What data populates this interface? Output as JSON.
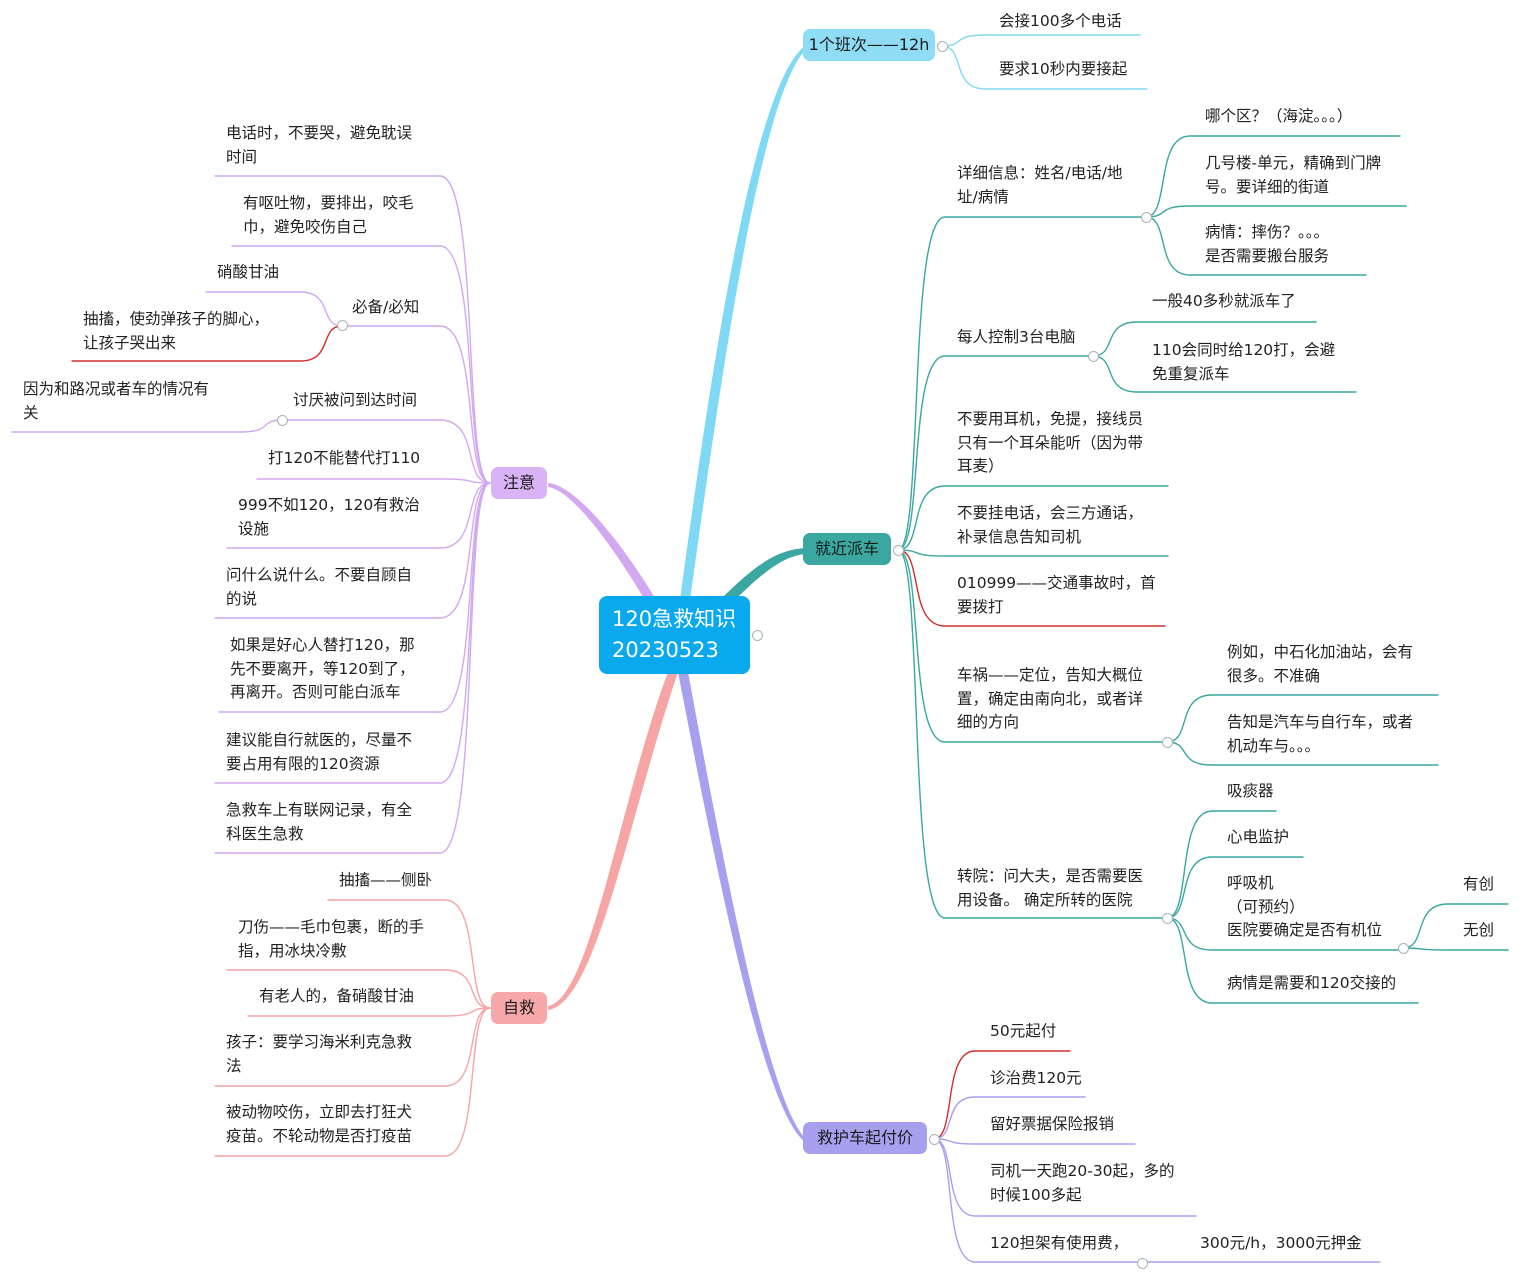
{
  "root": {
    "title": "120急救知识\n20230523"
  },
  "colors": {
    "shift": "#7fd9f5",
    "dispatch": "#3aa8a0",
    "price": "#a6a0ee",
    "attention": "#d2a9f0",
    "selfhelp": "#f6a4a4",
    "red": "#d0312d"
  },
  "branches": {
    "shift": {
      "label": "1个班次——12h",
      "items": [
        "会接100多个电话",
        "要求10秒内要接起"
      ]
    },
    "dispatch": {
      "label": "就近派车",
      "details": {
        "label": "详细信息：姓名/电话/地\n址/病情",
        "items": [
          "哪个区？（海淀。。。）",
          "几号楼-单元，精确到门牌\n号。要详细的街道",
          "病情：摔伤？。。。\n是否需要搬台服务"
        ]
      },
      "computers": {
        "label": "每人控制3台电脑",
        "items": [
          "一般40多秒就派车了",
          "110会同时给120打，会避\n免重复派车"
        ]
      },
      "no_headset": "不要用耳机，免提，接线员\n只有一个耳朵能听（因为带\n耳麦）",
      "no_hangup": "不要挂电话，会三方通话，\n补录信息告知司机",
      "traffic": "010999——交通事故时，首\n要拨打",
      "accident": {
        "label": "车祸——定位，告知大概位\n置，确定由南向北，或者详\n细的方向",
        "items": [
          "例如，中石化加油站，会有\n很多。不准确",
          "告知是汽车与自行车，或者\n机动车与。。。"
        ]
      },
      "transfer": {
        "label": "转院：问大夫，是否需要医\n用设备。 确定所转的医院",
        "items": [
          "吸痰器",
          "心电监护",
          "呼吸机\n（可预约）\n医院要确定是否有机位",
          "病情是需要和120交接的"
        ],
        "ventilator_options": [
          "有创",
          "无创"
        ]
      }
    },
    "price": {
      "label": "救护车起付价",
      "items": [
        "50元起付",
        "诊治费120元",
        "留好票据保险报销",
        "司机一天跑20-30起，多的\n时候100多起",
        "120担架有使用费，"
      ],
      "stretcher_fee": "300元/h，3000元押金"
    },
    "attention": {
      "label": "注意",
      "items": [
        "电话时，不要哭，避免耽误\n时间",
        "有呕吐物，要排出，咬毛\n巾，避免咬伤自己",
        "必备/必知",
        "讨厌被问到达时间",
        "打120不能替代打110",
        "999不如120，120有救治\n设施",
        "问什么说什么。不要自顾自\n的说",
        "如果是好心人替打120，那\n先不要离开，等120到了，\n再离开。否则可能白派车",
        "建议能自行就医的，尽量不\n要占用有限的120资源",
        "急救车上有联网记录，有全\n科医生急救"
      ],
      "must_know_items": [
        "硝酸甘油",
        "抽搐，使劲弹孩子的脚心，\n让孩子哭出来"
      ],
      "arrival_reason": "因为和路况或者车的情况有\n关"
    },
    "selfhelp": {
      "label": "自救",
      "items": [
        "抽搐——侧卧",
        "刀伤——毛巾包裹，断的手\n指，用冰块冷敷",
        "有老人的，备硝酸甘油",
        "孩子：要学习海米利克急救\n法",
        "被动物咬伤，立即去打狂犬\n疫苗。不轮动物是否打疫苗"
      ]
    }
  }
}
